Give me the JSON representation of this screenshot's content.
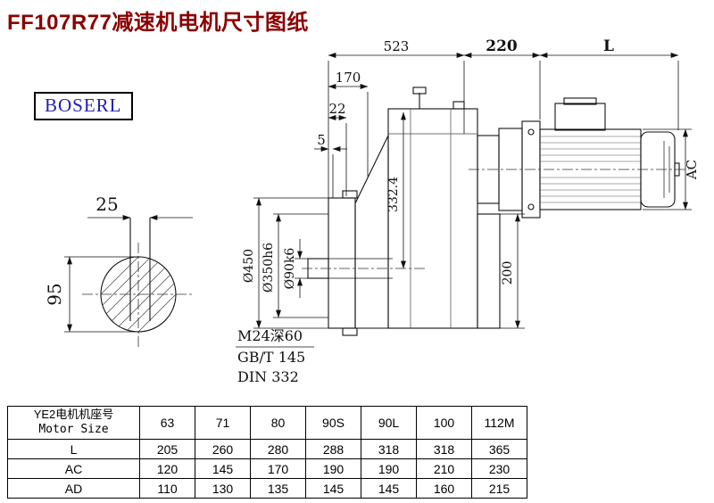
{
  "title": "FF107R77减速机电机尺寸图纸",
  "brand": "BOSERL",
  "drawing": {
    "d523": "523",
    "d220": "220",
    "dL": "L",
    "d170": "170",
    "d22": "22",
    "d5": "5",
    "dAC": "AC",
    "d25": "25",
    "d95": "95",
    "dia450": "Ø450",
    "dia350": "Ø350h6",
    "dia90": "Ø90k6",
    "d332": "332.4",
    "d200": "200",
    "note_thread": "M24深60",
    "note_gb": "GB/T 145",
    "note_din": "DIN 332"
  },
  "table": {
    "header_cn": "YE2电机机座号",
    "header_en": "Motor Size",
    "sizes": [
      "63",
      "71",
      "80",
      "90S",
      "90L",
      "100",
      "112M"
    ],
    "rows": [
      {
        "label": "L",
        "values": [
          "205",
          "260",
          "280",
          "288",
          "318",
          "318",
          "365"
        ]
      },
      {
        "label": "AC",
        "values": [
          "120",
          "145",
          "170",
          "190",
          "190",
          "210",
          "230"
        ]
      },
      {
        "label": "AD",
        "values": [
          "110",
          "130",
          "135",
          "145",
          "145",
          "160",
          "215"
        ]
      }
    ]
  }
}
